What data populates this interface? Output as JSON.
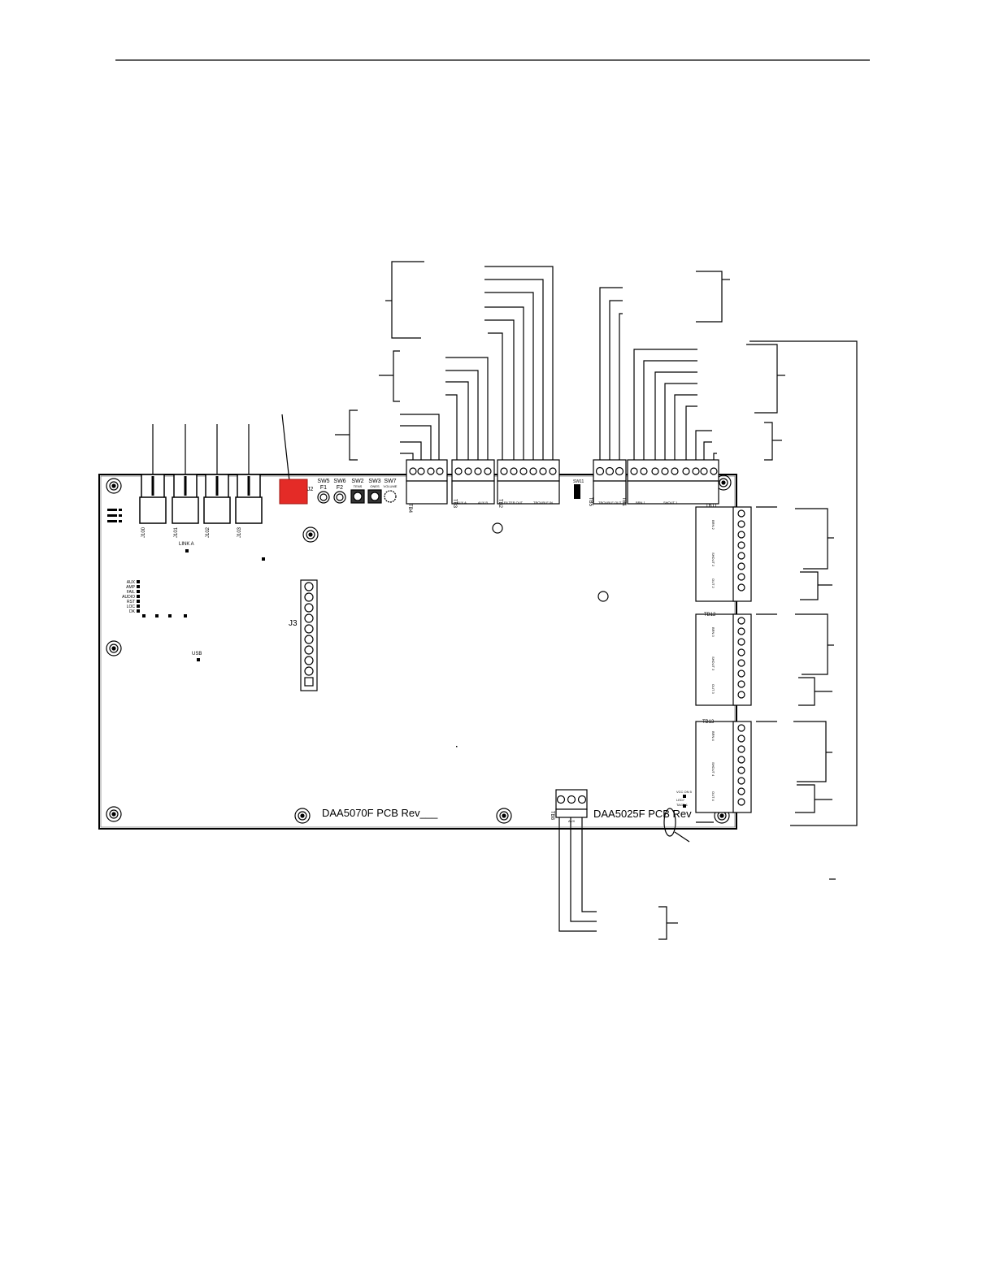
{
  "board": {
    "pcb_rev_left": "DAA5070F PCB Rev___",
    "pcb_rev_right": "DAA5025F PCB Rev",
    "j3_label": "J3",
    "j2_label": "J2",
    "j_labels": [
      "J100",
      "J101",
      "J102",
      "J103"
    ],
    "linka_label": "LINK A",
    "usb_label": "USB",
    "tb_labels": [
      "TB4",
      "TB3",
      "TB2",
      "TB5",
      "TB1",
      "TB11",
      "TB12",
      "TB13",
      "TB8",
      "SW11"
    ],
    "switches": [
      {
        "id": "SW5",
        "sub": "F1"
      },
      {
        "id": "SW6",
        "sub": "F2"
      },
      {
        "id": "SW2",
        "sub": "TENS"
      },
      {
        "id": "SW3",
        "sub": "ONES"
      },
      {
        "id": "SW7",
        "sub": "VOLUME"
      }
    ],
    "led_labels": [
      "AUX",
      "AMP",
      "FAIL",
      "AUDIO",
      "RST",
      "LOC",
      "DK"
    ],
    "tb_side_labels": [
      "BRN 1",
      "BRN 2",
      "BRN 3",
      "BRN 4",
      "SHOUT 1",
      "SHOUT 2",
      "SHOUT 3",
      "SHOUT 4",
      "OUT 2",
      "OUT 3",
      "OUT 4",
      "AUX A",
      "AUX B",
      "FILTER OUT",
      "TROUBLE OUT",
      "TROUBLE IN",
      "AUX"
    ],
    "corner_labels": [
      "VCC ON 5",
      "LED7",
      "TAGB 1"
    ],
    "accent_red": "#e42b27"
  }
}
